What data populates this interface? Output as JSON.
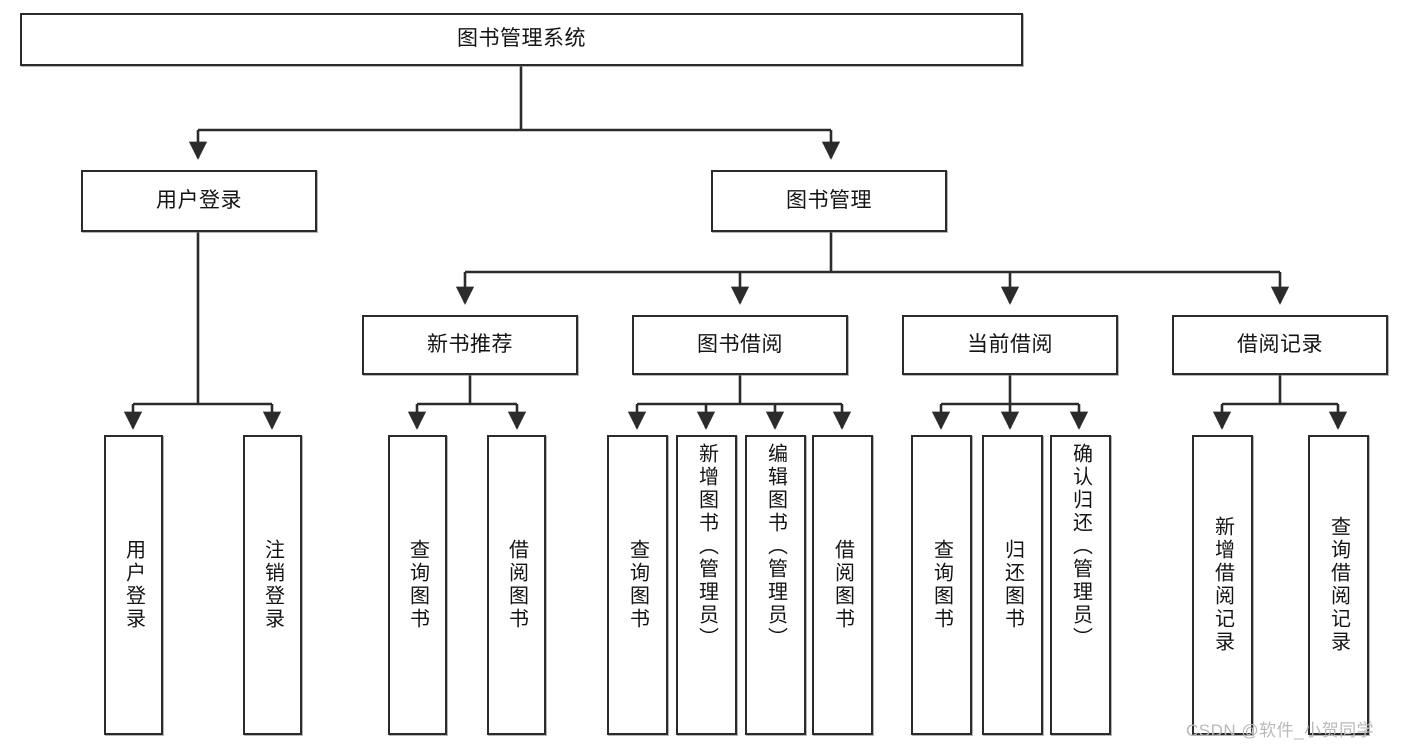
{
  "diagram": {
    "title": "图书管理系统",
    "type": "tree-hierarchy-chart",
    "root": {
      "label": "图书管理系统"
    },
    "level2": [
      {
        "label": "用户登录"
      },
      {
        "label": "图书管理"
      }
    ],
    "level3": [
      {
        "label": "新书推荐"
      },
      {
        "label": "图书借阅"
      },
      {
        "label": "当前借阅"
      },
      {
        "label": "借阅记录"
      }
    ],
    "leaves": {
      "user_login": [
        {
          "label": "用户登录"
        },
        {
          "label": "注销登录"
        }
      ],
      "new_book_recommend": [
        {
          "label": "查询图书"
        },
        {
          "label": "借阅图书"
        }
      ],
      "book_borrow": [
        {
          "label": "查询图书"
        },
        {
          "label": "新增图书（管理员）"
        },
        {
          "label": "编辑图书（管理员）"
        },
        {
          "label": "借阅图书"
        }
      ],
      "current_borrow": [
        {
          "label": "查询图书"
        },
        {
          "label": "归还图书"
        },
        {
          "label": "确认归还（管理员）"
        }
      ],
      "borrow_record": [
        {
          "label": "新增借阅记录"
        },
        {
          "label": "查询借阅记录"
        }
      ]
    }
  },
  "watermark": {
    "text": "CSDN @软件_小贺同学"
  },
  "colors": {
    "background": "#ffffff",
    "node_border": "#2b2b2b",
    "node_fill": "#ffffff",
    "text": "#141414",
    "edge": "#2b2b2b",
    "watermark": "#b9b9b9"
  }
}
